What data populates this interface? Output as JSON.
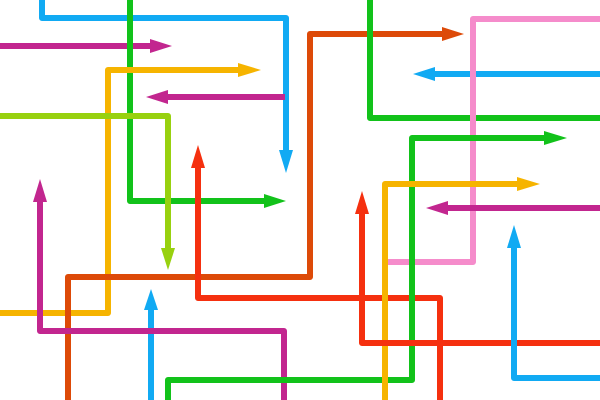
{
  "illustration": {
    "subject": "colorful arrows",
    "colors": {
      "blue": "#11aaf3",
      "magenta": "#c2268f",
      "orange": "#f6b400",
      "lime": "#98d10f",
      "green": "#12c21a",
      "dark_orange": "#dd4a08",
      "red": "#f5300f",
      "pink": "#f58ccb"
    },
    "arrows": [
      {
        "name": "blue-arrow-top-bend",
        "color": "blue",
        "icon": "arrowhead-down-icon"
      },
      {
        "name": "magenta-arrow-top-left",
        "color": "magenta",
        "icon": "arrowhead-right-icon"
      },
      {
        "name": "green-arrow-top-left",
        "color": "green",
        "icon": "arrowhead-right-icon"
      },
      {
        "name": "orange-arrow-top-left",
        "color": "orange",
        "icon": "arrowhead-right-icon"
      },
      {
        "name": "magenta-arrow-small-left",
        "color": "magenta",
        "icon": "arrowhead-left-icon"
      },
      {
        "name": "lime-arrow-left",
        "color": "lime",
        "icon": "arrowhead-down-icon"
      },
      {
        "name": "dark-orange-arrow-center",
        "color": "dark_orange",
        "icon": "arrowhead-right-icon"
      },
      {
        "name": "red-arrow-center",
        "color": "red",
        "icon": "arrowhead-up-icon"
      },
      {
        "name": "blue-arrow-bottom-left",
        "color": "blue",
        "icon": "arrowhead-up-icon"
      },
      {
        "name": "magenta-arrow-bottom-left",
        "color": "magenta",
        "icon": "arrowhead-up-icon"
      },
      {
        "name": "green-arrow-right-top",
        "color": "green",
        "icon": "none"
      },
      {
        "name": "blue-arrow-right-top",
        "color": "blue",
        "icon": "arrowhead-left-icon"
      },
      {
        "name": "pink-arrow-right",
        "color": "pink",
        "icon": "none"
      },
      {
        "name": "green-arrow-right-mid",
        "color": "green",
        "icon": "arrowhead-right-icon"
      },
      {
        "name": "orange-arrow-right-mid",
        "color": "orange",
        "icon": "arrowhead-right-icon"
      },
      {
        "name": "magenta-arrow-right-mid",
        "color": "magenta",
        "icon": "arrowhead-left-icon"
      },
      {
        "name": "red-arrow-right-mid",
        "color": "red",
        "icon": "arrowhead-up-icon"
      },
      {
        "name": "blue-arrow-bottom-right",
        "color": "blue",
        "icon": "arrowhead-up-icon"
      }
    ]
  }
}
